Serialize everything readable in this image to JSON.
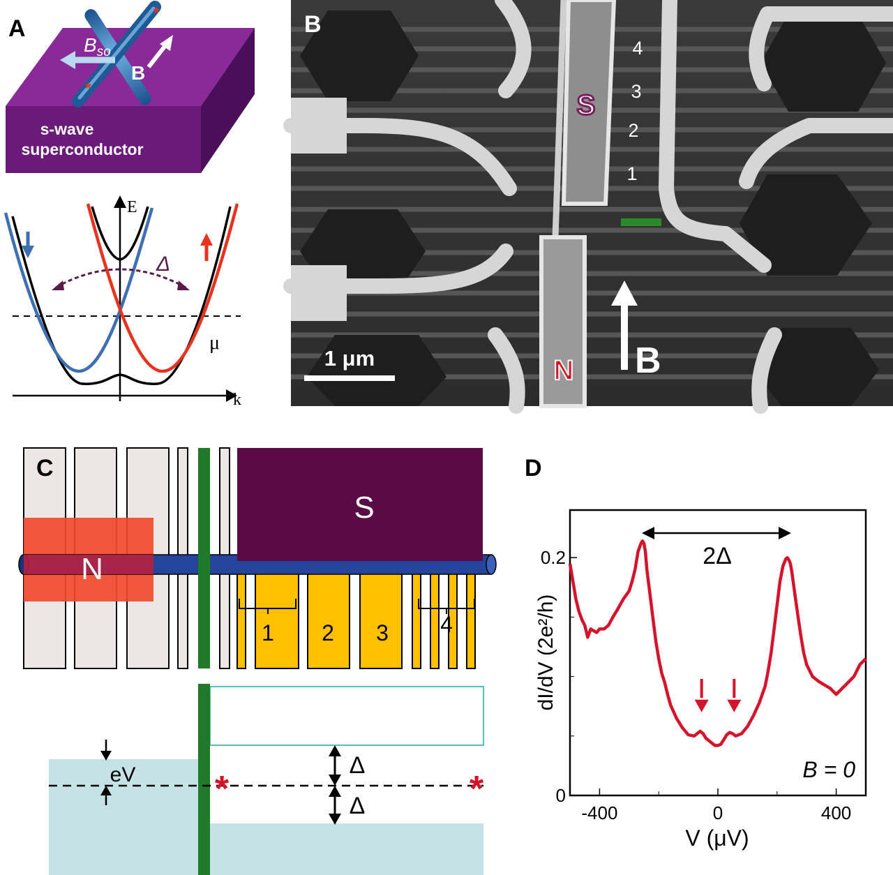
{
  "panel_a": {
    "label": "A",
    "bso": "B",
    "bso_sub": "so",
    "b": "B",
    "substrate_line1": "s-wave",
    "substrate_line2": "superconductor",
    "axis_e": "E",
    "axis_k": "k",
    "gap": "Δ",
    "mu": "μ",
    "colors": {
      "spin_down": "#3e6fb3",
      "spin_up": "#e8331f",
      "gap_arrow": "#5a1a4a",
      "substrate": "#6a1a78"
    }
  },
  "panel_b": {
    "label": "B",
    "gate_labels": [
      "4",
      "3",
      "2",
      "1"
    ],
    "s": "S",
    "n": "N",
    "b": "B",
    "scalebar": "1 μm",
    "colors": {
      "marker": "#2a8a2a"
    }
  },
  "panel_c": {
    "label": "C",
    "n": "N",
    "s": "S",
    "gates": [
      "1",
      "2",
      "3",
      "4"
    ],
    "ev": "eV",
    "delta": "Δ",
    "colors": {
      "n_contact": "#f04a2e",
      "s_contact": "#5a0a44",
      "nanowire": "#24459a",
      "gates": "#ffc000",
      "barrier": "#1f7a2a",
      "band": "#c5e3e6"
    }
  },
  "panel_d": {
    "label": "D",
    "annotation_2delta": "2Δ",
    "annotation_b0": "B = 0",
    "chart_data": {
      "type": "line",
      "xlabel": "V (μV)",
      "ylabel": "dI/dV (2e²/h)",
      "xlim": [
        -500,
        500
      ],
      "ylim": [
        0,
        0.24
      ],
      "xticks": [
        "-400",
        "0",
        "400"
      ],
      "yticks": [
        "0",
        "0.2"
      ],
      "series": [
        {
          "color": "#d4142a",
          "x": [
            -500,
            -480,
            -470,
            -460,
            -450,
            -440,
            -430,
            -410,
            -400,
            -385,
            -370,
            -355,
            -340,
            -320,
            -300,
            -290,
            -280,
            -270,
            -260,
            -255,
            -250,
            -245,
            -240,
            -230,
            -220,
            -210,
            -200,
            -190,
            -180,
            -170,
            -160,
            -140,
            -120,
            -100,
            -80,
            -70,
            -60,
            -50,
            -40,
            -30,
            -20,
            -10,
            0,
            10,
            20,
            30,
            40,
            50,
            60,
            70,
            80,
            100,
            120,
            140,
            160,
            170,
            180,
            190,
            200,
            210,
            220,
            230,
            235,
            240,
            245,
            250,
            260,
            270,
            280,
            290,
            300,
            320,
            340,
            360,
            380,
            400,
            420,
            440,
            460,
            480,
            500
          ],
          "y": [
            0.195,
            0.165,
            0.155,
            0.148,
            0.143,
            0.133,
            0.14,
            0.137,
            0.14,
            0.14,
            0.143,
            0.15,
            0.156,
            0.165,
            0.172,
            0.18,
            0.19,
            0.205,
            0.212,
            0.214,
            0.212,
            0.205,
            0.19,
            0.17,
            0.15,
            0.13,
            0.115,
            0.103,
            0.095,
            0.085,
            0.076,
            0.065,
            0.057,
            0.051,
            0.05,
            0.052,
            0.054,
            0.052,
            0.048,
            0.046,
            0.044,
            0.042,
            0.042,
            0.043,
            0.047,
            0.051,
            0.053,
            0.052,
            0.05,
            0.051,
            0.052,
            0.058,
            0.067,
            0.078,
            0.092,
            0.105,
            0.12,
            0.14,
            0.16,
            0.18,
            0.193,
            0.199,
            0.2,
            0.198,
            0.195,
            0.188,
            0.17,
            0.152,
            0.135,
            0.12,
            0.11,
            0.1,
            0.096,
            0.093,
            0.09,
            0.085,
            0.09,
            0.095,
            0.1,
            0.11,
            0.115
          ]
        }
      ]
    }
  }
}
